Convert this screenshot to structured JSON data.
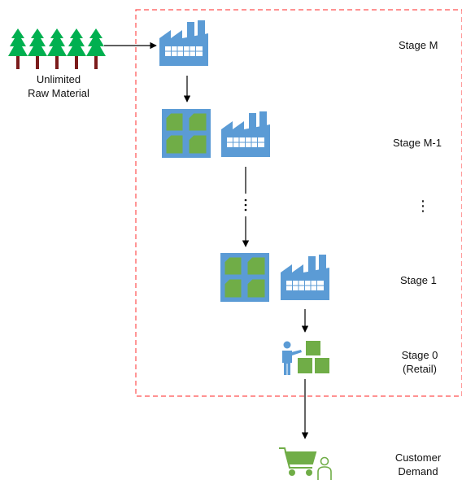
{
  "raw_material": {
    "line1": "Unlimited",
    "line2": "Raw Material"
  },
  "stages": [
    {
      "label": "Stage M"
    },
    {
      "label": "Stage M-1"
    },
    {
      "label": "⋮"
    },
    {
      "label": "Stage 1"
    },
    {
      "label": "Stage 0",
      "sublabel": "(Retail)"
    }
  ],
  "customer": {
    "line1": "Customer",
    "line2": "Demand"
  },
  "colors": {
    "factory_blue": "#5b9bd5",
    "window_bg": "#ffffff",
    "box_green": "#70ad47",
    "tree_green": "#00b050",
    "trunk": "#7b1b1b",
    "boundary_red": "#ff5050",
    "arrow": "#000000"
  },
  "icons": {
    "raw_material": "pine-trees-icon",
    "factory": "factory-icon",
    "warehouse": "warehouse-icon",
    "retail": "worker-with-boxes-icon",
    "customer": "shopping-cart-person-icon"
  }
}
